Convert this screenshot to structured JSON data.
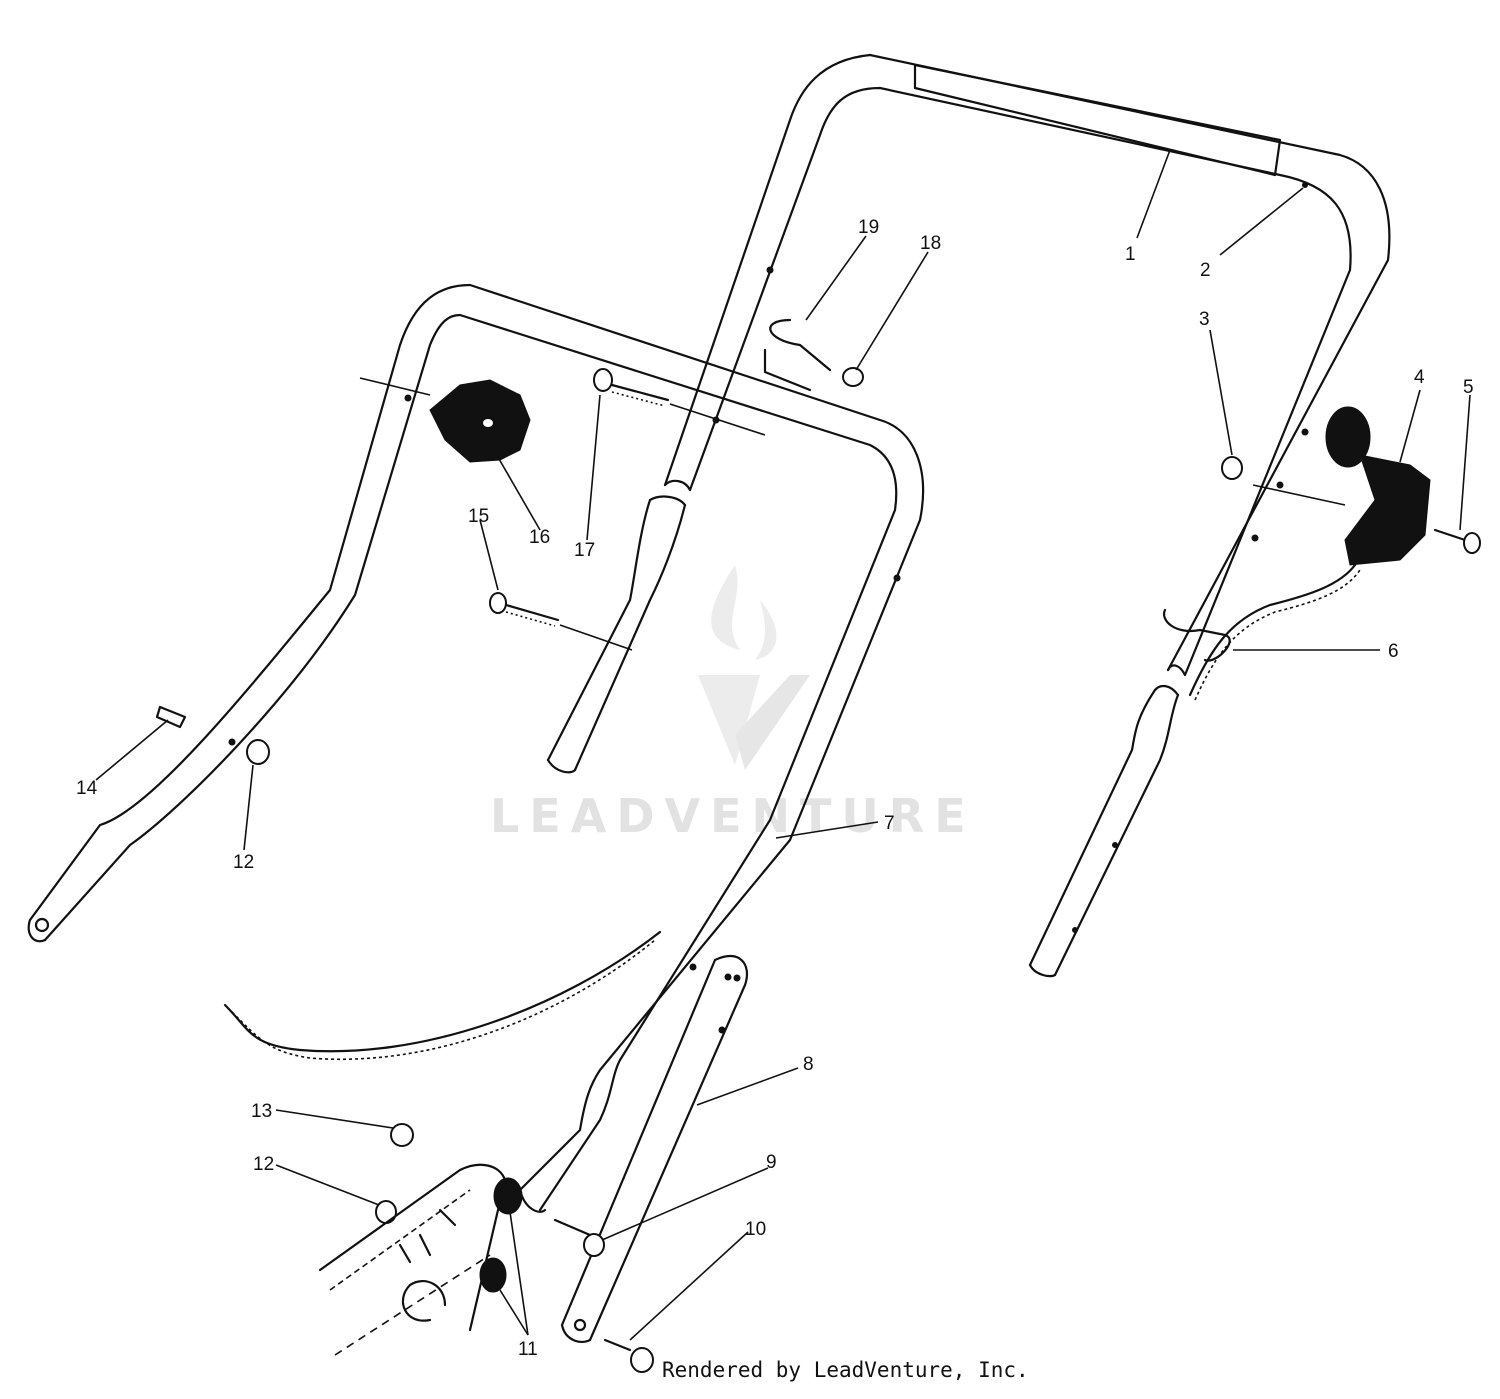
{
  "diagram": {
    "callouts": [
      {
        "id": "c1",
        "label": "1"
      },
      {
        "id": "c2",
        "label": "2"
      },
      {
        "id": "c3",
        "label": "3"
      },
      {
        "id": "c4",
        "label": "4"
      },
      {
        "id": "c5",
        "label": "5"
      },
      {
        "id": "c6",
        "label": "6"
      },
      {
        "id": "c7",
        "label": "7"
      },
      {
        "id": "c8",
        "label": "8"
      },
      {
        "id": "c9",
        "label": "9"
      },
      {
        "id": "c10",
        "label": "10"
      },
      {
        "id": "c11",
        "label": "11"
      },
      {
        "id": "c12a",
        "label": "12"
      },
      {
        "id": "c12b",
        "label": "12"
      },
      {
        "id": "c13",
        "label": "13"
      },
      {
        "id": "c14",
        "label": "14"
      },
      {
        "id": "c15",
        "label": "15"
      },
      {
        "id": "c16",
        "label": "16"
      },
      {
        "id": "c17",
        "label": "17"
      },
      {
        "id": "c18",
        "label": "18"
      },
      {
        "id": "c19",
        "label": "19"
      }
    ]
  },
  "watermark": {
    "text": "LEADVENTURE"
  },
  "footer": {
    "credit": "Rendered by LeadVenture, Inc."
  }
}
